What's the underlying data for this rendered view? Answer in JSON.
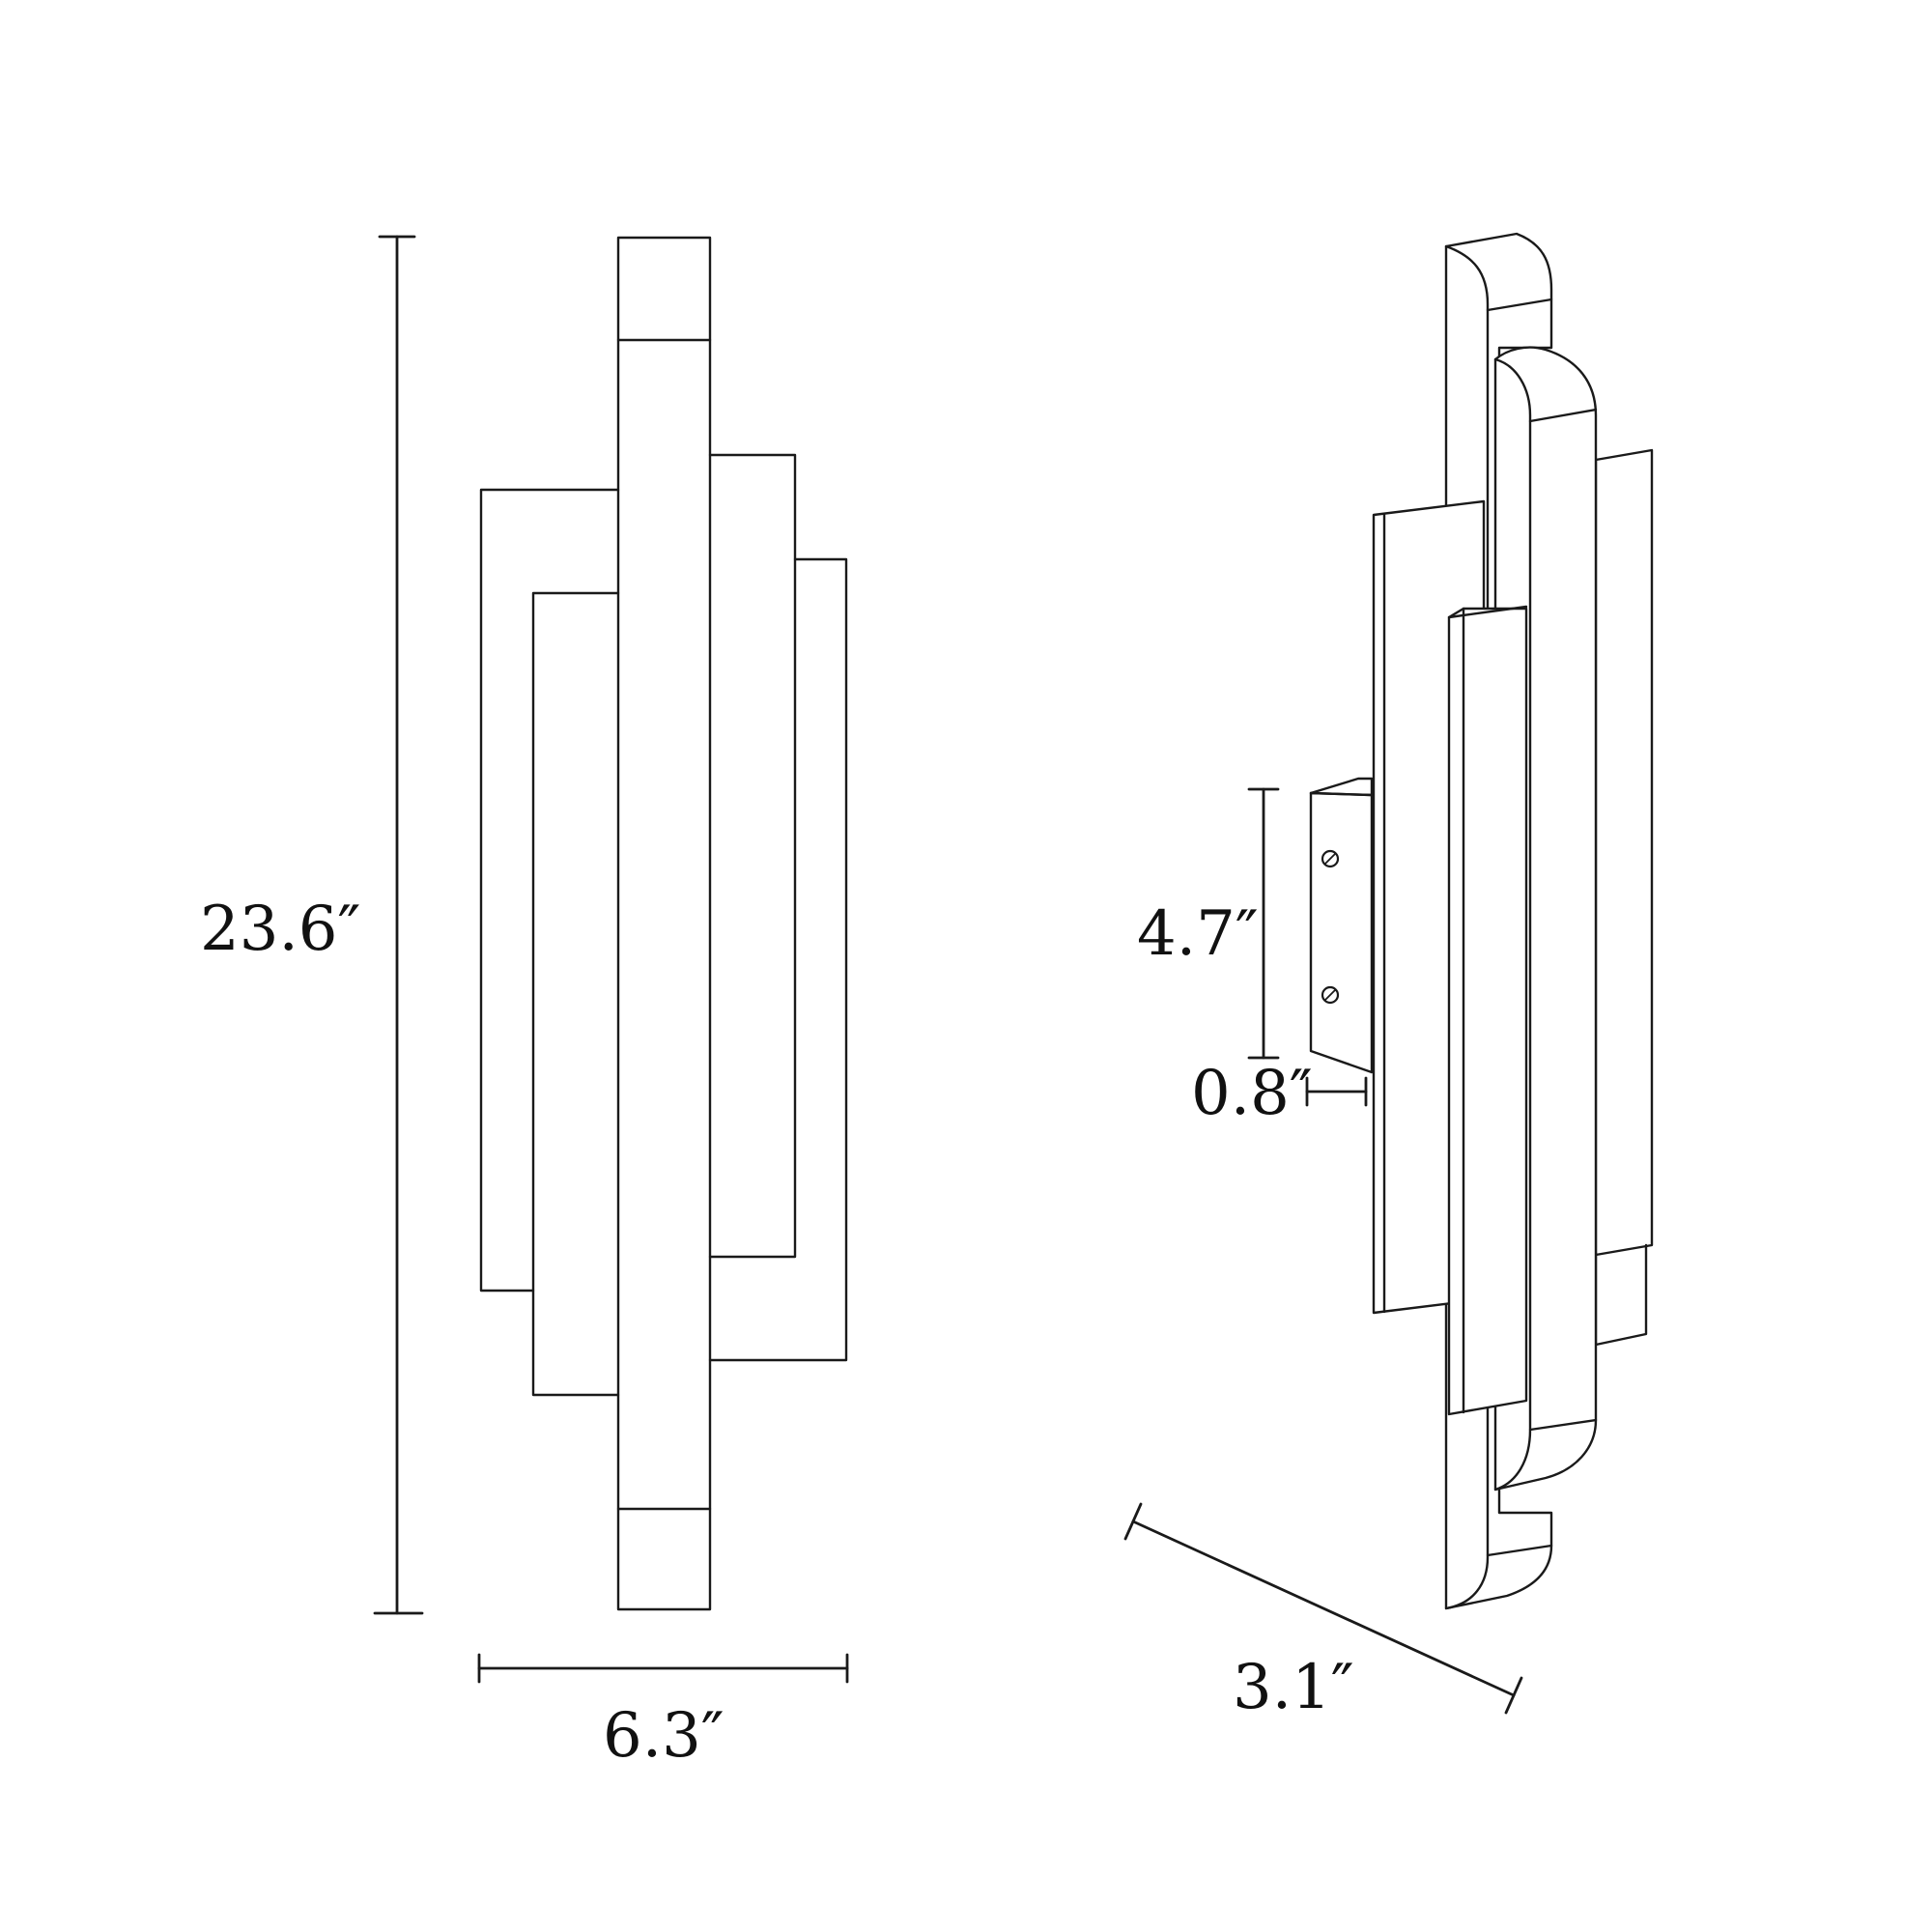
{
  "dimensions": {
    "height": "23.6″",
    "width": "6.3″",
    "depth": "3.1″",
    "plate_height": "4.7″",
    "plate_depth": "0.8″"
  },
  "colors": {
    "line": "#1a1a1a",
    "background": "#ffffff"
  }
}
